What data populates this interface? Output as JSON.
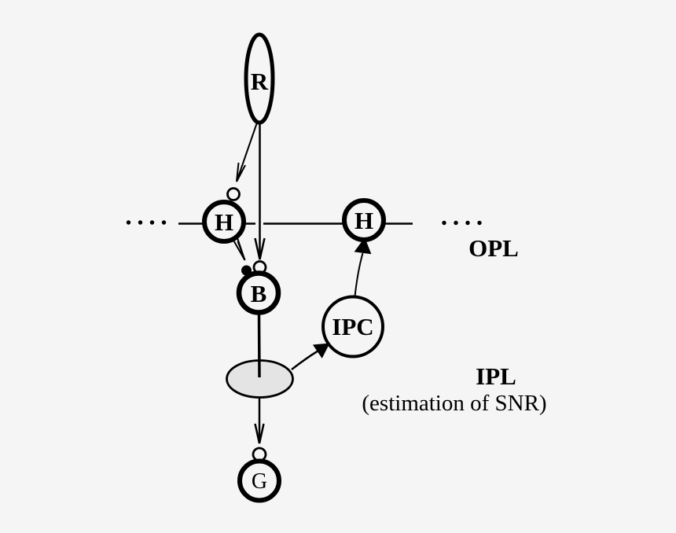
{
  "diagram": {
    "nodes": {
      "receptor": {
        "label": "R"
      },
      "horizontal_left": {
        "label": "H"
      },
      "horizontal_right": {
        "label": "H"
      },
      "bipolar": {
        "label": "B"
      },
      "ipc": {
        "label": "IPC"
      },
      "ganglion": {
        "label": "G"
      }
    },
    "layers": {
      "opl": {
        "label": "OPL"
      },
      "ipl": {
        "label": "IPL",
        "sublabel": "(estimation of SNR)"
      }
    },
    "colors": {
      "background": "#f5f5f5",
      "line": "#000000",
      "synapse_fill": "#e4e4e4",
      "node_fill": "#f5f5f5"
    }
  }
}
